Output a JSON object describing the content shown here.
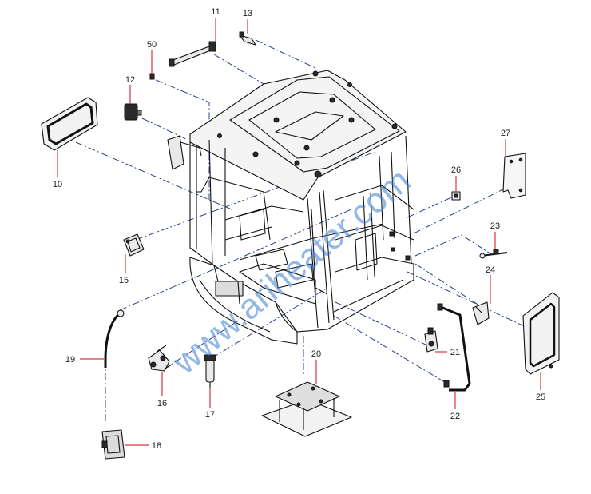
{
  "callouts": [
    "11",
    "13",
    "50",
    "12",
    "10",
    "15",
    "19",
    "16",
    "17",
    "18",
    "20",
    "21",
    "22",
    "25",
    "24",
    "23",
    "26",
    "27"
  ],
  "watermark": "www.ariheater.com",
  "colors": {
    "leader": "#d9363e",
    "dash": "#2b3f8f",
    "watermark": "#3c7fd1"
  }
}
